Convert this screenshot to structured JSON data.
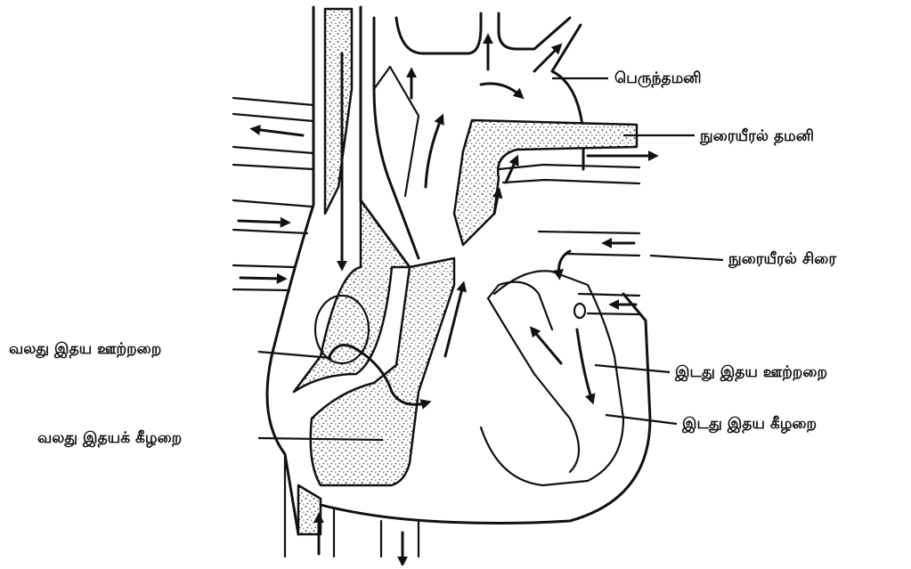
{
  "labels": {
    "aorta": "பெருந்தமனி",
    "pulmonary_artery": "நுரையீரல் தமனி",
    "pulmonary_vein": "நுரையீரல் சிரை",
    "right_atrium": "வலது இதய ஊற்றறை",
    "right_ventricle": "வலது இதயக் கீழறை",
    "left_atrium": "இடது இதய ஊற்றறை",
    "left_ventricle": "இடது இதய கீழறை"
  }
}
